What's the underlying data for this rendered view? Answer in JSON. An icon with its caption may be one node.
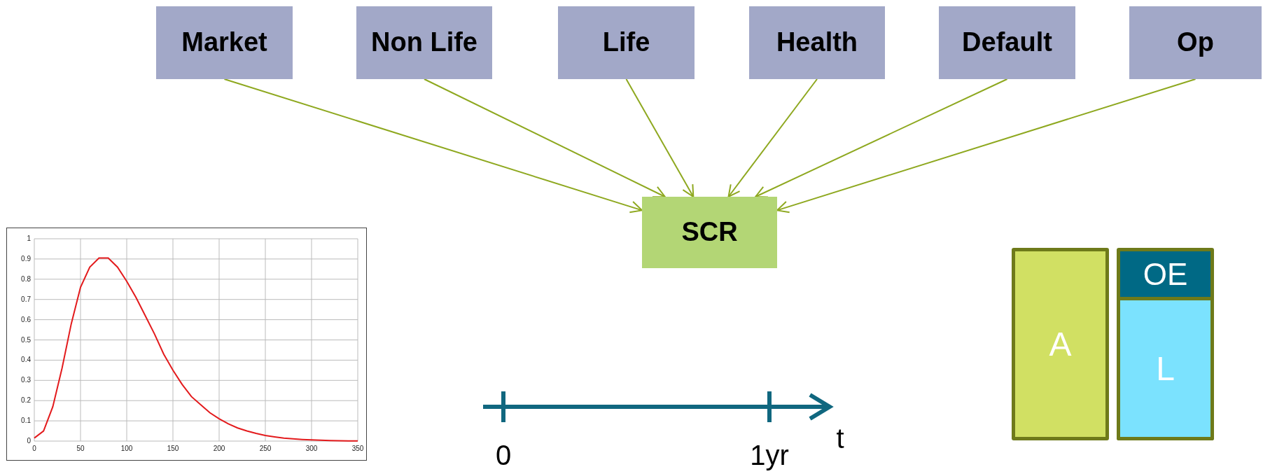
{
  "diagram": {
    "nodes": [
      {
        "text": [
          "Market"
        ]
      },
      {
        "text": [
          "Non Life"
        ]
      },
      {
        "text": [
          "Life"
        ]
      },
      {
        "text": [
          "Health"
        ]
      },
      {
        "text": [
          "Default"
        ]
      },
      {
        "text": [
          "Op"
        ]
      },
      {
        "text": [
          "SCR"
        ]
      },
      {
        "text": [
          "A"
        ]
      },
      {
        "text": [
          "OE"
        ]
      },
      {
        "text": [
          "L"
        ]
      }
    ],
    "edges": [
      {
        "from": 0,
        "to": 6,
        "arrow": "to"
      },
      {
        "from": 1,
        "to": 6,
        "arrow": "to"
      },
      {
        "from": 2,
        "to": 6,
        "arrow": "to"
      },
      {
        "from": 3,
        "to": 6,
        "arrow": "to"
      },
      {
        "from": 4,
        "to": 6,
        "arrow": "to"
      },
      {
        "from": 5,
        "to": 6,
        "arrow": "to"
      }
    ],
    "labels": [
      "0",
      "1yr",
      "t"
    ],
    "chart_data": {
      "type": "line",
      "x": [
        0,
        10,
        20,
        30,
        40,
        50,
        60,
        70,
        80,
        90,
        100,
        110,
        120,
        130,
        140,
        150,
        160,
        170,
        180,
        190,
        200,
        210,
        220,
        230,
        240,
        250,
        260,
        270,
        280,
        290,
        300,
        310,
        320,
        330,
        340,
        350
      ],
      "series": [
        {
          "color": "#e31a1c",
          "values": [
            0.015,
            0.05,
            0.17,
            0.36,
            0.58,
            0.76,
            0.86,
            0.905,
            0.905,
            0.86,
            0.79,
            0.71,
            0.62,
            0.53,
            0.43,
            0.35,
            0.28,
            0.22,
            0.18,
            0.14,
            0.11,
            0.085,
            0.065,
            0.05,
            0.038,
            0.028,
            0.021,
            0.015,
            0.011,
            0.008,
            0.006,
            0.004,
            0.003,
            0.002,
            0.001,
            0.001
          ]
        }
      ],
      "grid": true,
      "xlim": [
        0,
        350
      ],
      "ylim": [
        0,
        1
      ],
      "xticks": [
        0,
        50,
        100,
        150,
        200,
        250,
        300,
        350
      ],
      "yticks": [
        0,
        0.1,
        0.2,
        0.3,
        0.4,
        0.5,
        0.6,
        0.7,
        0.8,
        0.9,
        1
      ]
    }
  }
}
